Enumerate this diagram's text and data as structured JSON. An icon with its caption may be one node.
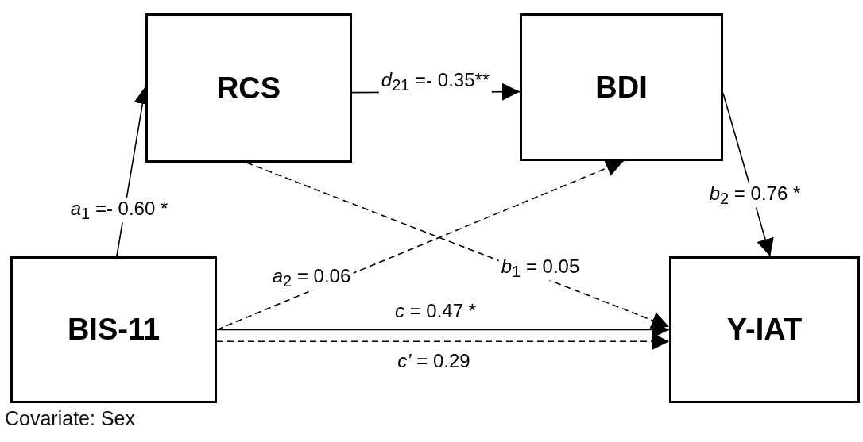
{
  "diagram": {
    "nodes": [
      {
        "text": [
          "RCS"
        ]
      },
      {
        "text": [
          "BDI"
        ]
      },
      {
        "text": [
          "BIS-11"
        ],
        "beside": [
          "Covariate: Sex"
        ]
      },
      {
        "text": [
          "Y-IAT"
        ]
      }
    ],
    "edges": [
      {
        "from": 2,
        "to": 0,
        "arrow": "to",
        "label": "*a*$_{1}$ =- 0.60 *"
      },
      {
        "from": 0,
        "to": 1,
        "arrow": "to",
        "label": "*d*$_{21}$ =- 0.35**"
      },
      {
        "from": 2,
        "to": 1,
        "arrow": "to",
        "style": "dashed",
        "label": "*a*$_{2}$ = 0.06"
      },
      {
        "from": 0,
        "to": 3,
        "arrow": "to",
        "style": "dashed",
        "label": "*b*$_{1}$ = 0.05"
      },
      {
        "from": 1,
        "to": 3,
        "arrow": "to",
        "label": "*b*$_{2}$ = 0.76 *"
      },
      {
        "from": 2,
        "to": 3,
        "arrow": "to",
        "label": "*c* = 0.47 *"
      },
      {
        "from": 2,
        "to": 3,
        "arrow": "to",
        "style": "dashed",
        "label": "*c’* = 0.29"
      }
    ]
  }
}
